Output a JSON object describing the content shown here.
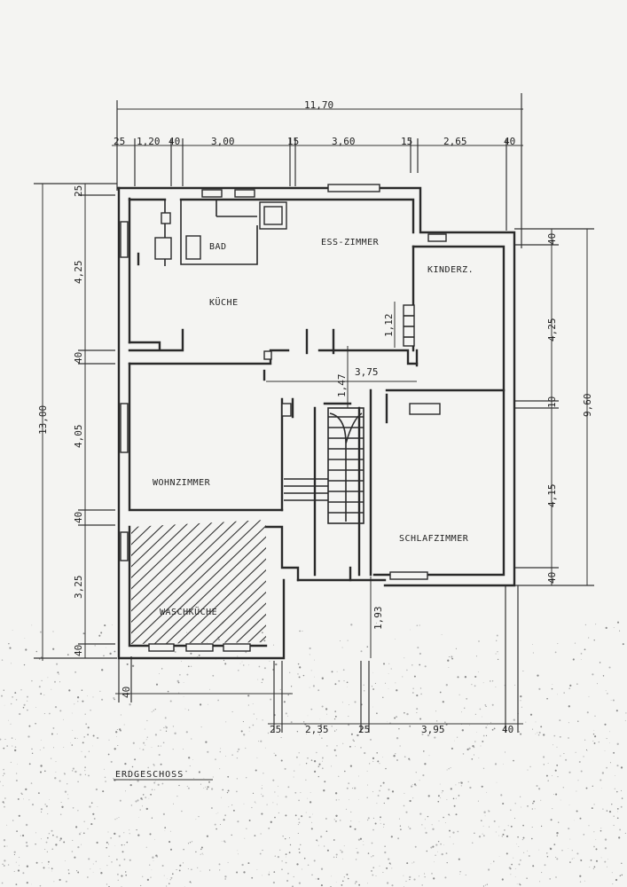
{
  "rooms": {
    "bad": "BAD",
    "esszimmer": "ESS-ZIMMER",
    "kinderz": "KINDERZ.",
    "kueche": "KÜCHE",
    "wohnzimmer": "WOHNZIMMER",
    "schlafzimmer": "SCHLAFZIMMER",
    "waschkueche": "WASCHKÜCHE"
  },
  "plan_title": "ERDGESCHOSS",
  "dims": {
    "overall_width": "11,70",
    "top": [
      "25",
      "1,20",
      "40",
      "3,00",
      "15",
      "3,60",
      "15",
      "2,65",
      "40"
    ],
    "left_total": "13,00",
    "left": [
      "25",
      "4,25",
      "40",
      "4,05",
      "40",
      "3,25",
      "40"
    ],
    "right_total": "9,60",
    "right": [
      "40",
      "4,25",
      "10",
      "4,15",
      "40"
    ],
    "bottom": [
      "25",
      "2,35",
      "25",
      "3,95",
      "40"
    ],
    "bottom_left": "40",
    "inner": {
      "hall_width": "3,75",
      "stair": "1,47",
      "kitchen_niche": "1,12",
      "entry": "1,93"
    }
  }
}
